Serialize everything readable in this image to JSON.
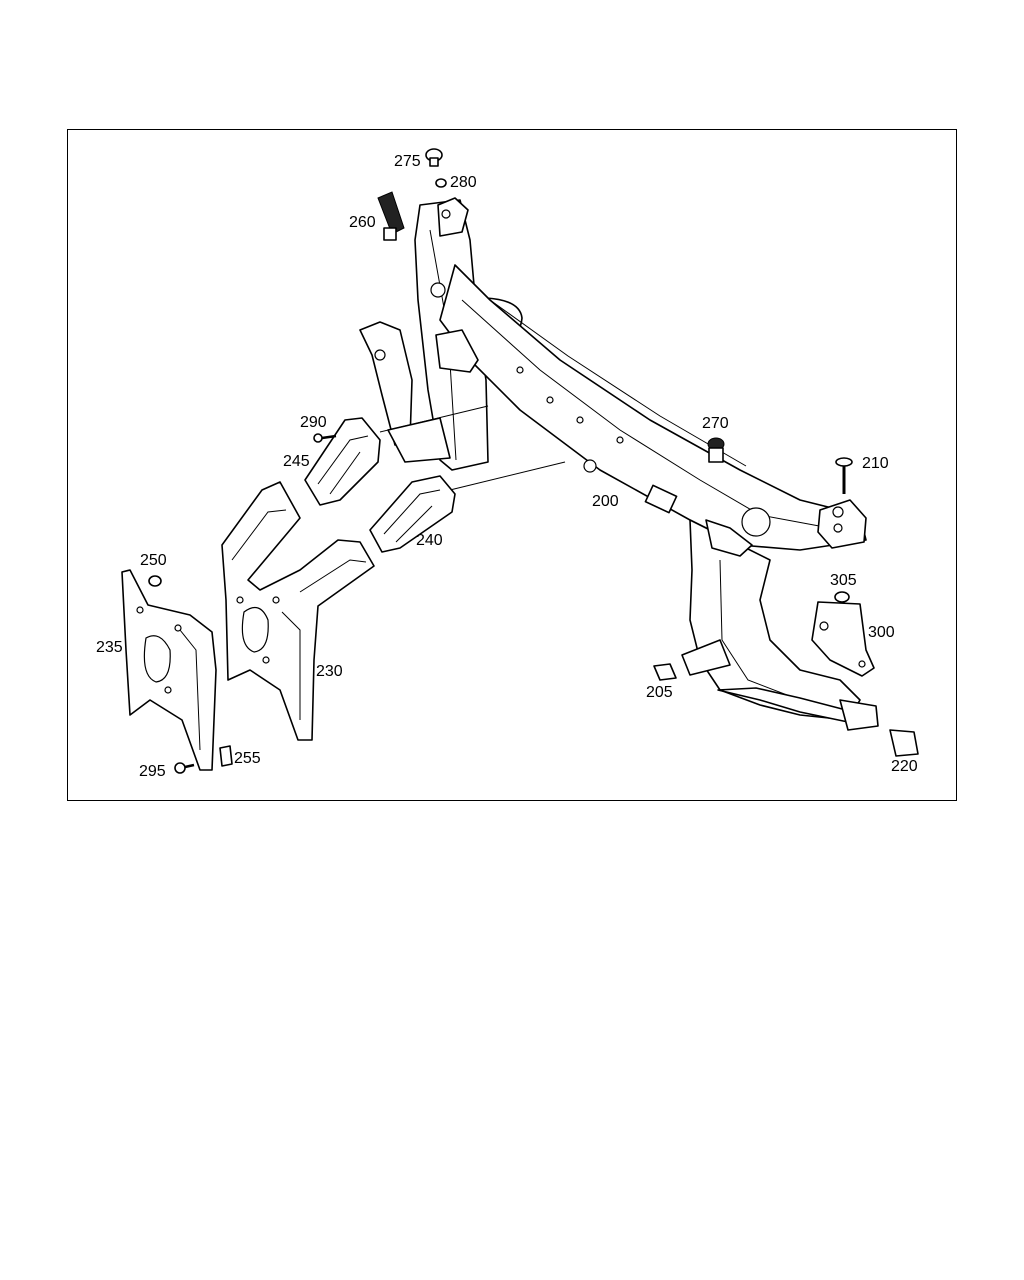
{
  "diagram": {
    "part_numbers": {
      "p200": "200",
      "p205": "205",
      "p210": "210",
      "p220": "220",
      "p230": "230",
      "p235": "235",
      "p240": "240",
      "p245": "245",
      "p250": "250",
      "p255": "255",
      "p260": "260",
      "p270": "270",
      "p275": "275",
      "p280": "280",
      "p290": "290",
      "p295": "295",
      "p300": "300",
      "p305": "305"
    },
    "colors": {
      "line": "#000000",
      "background": "#ffffff"
    }
  }
}
